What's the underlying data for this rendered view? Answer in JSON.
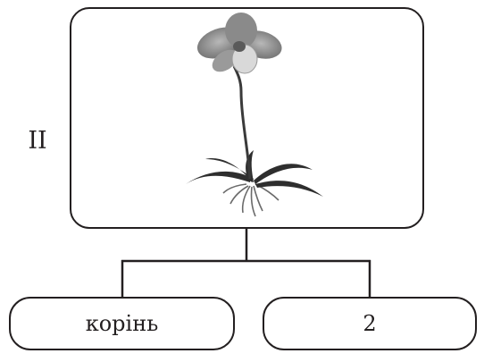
{
  "diagram": {
    "root_label": "II",
    "root_image": "orchid-plant-icon",
    "children": [
      {
        "text": "корінь"
      },
      {
        "text": "2"
      }
    ]
  },
  "colors": {
    "line": "#231f20",
    "background": "#ffffff"
  }
}
